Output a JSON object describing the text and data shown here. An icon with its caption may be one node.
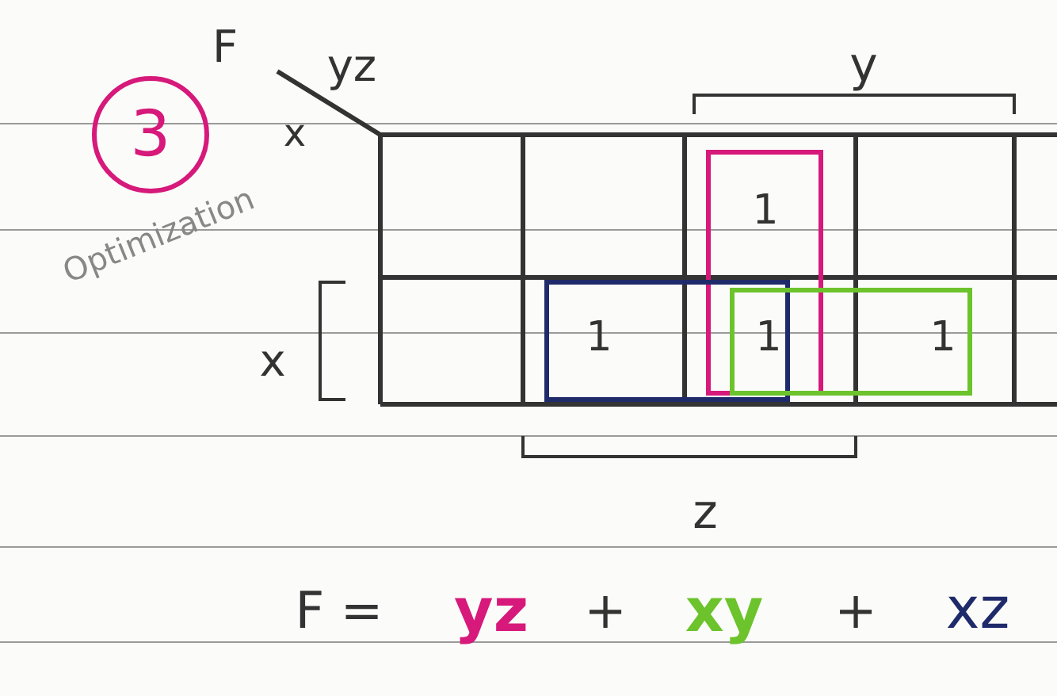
{
  "diagram": {
    "nodes": [
      {
        "text": [
          "3"
        ]
      }
    ],
    "labels": [
      "F",
      "yz",
      "x",
      "y",
      "Optimization",
      "1",
      "x",
      "1",
      "1",
      "1",
      "z",
      "F =",
      "yz",
      "+",
      "xy",
      "+",
      "xz"
    ]
  }
}
